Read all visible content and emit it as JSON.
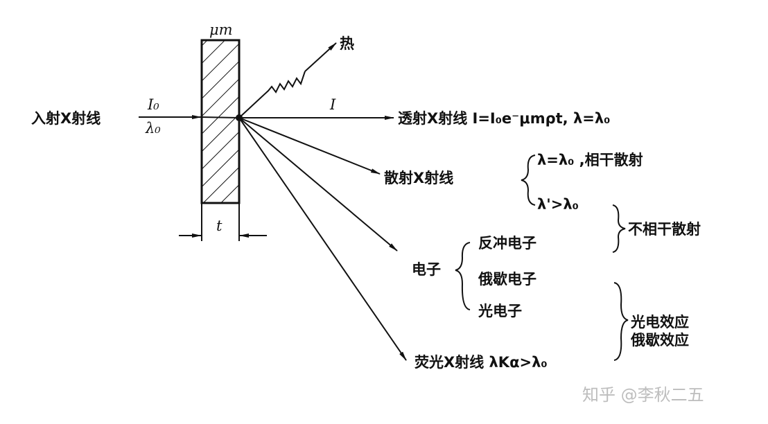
{
  "labels": {
    "incident": "入射X射线",
    "I0": "I₀",
    "lambda0": "λ₀",
    "mu_m": "μm",
    "heat": "热",
    "I": "I",
    "transmitted": "透射X射线 I=I₀e⁻μmρt, λ=λ₀",
    "scattered": "散射X射线",
    "coherent": "λ=λ₀ ,相干散射",
    "incoherent_cond": "λ'>λ₀",
    "incoherent": "不相干散射",
    "electrons": "电子",
    "recoil": "反冲电子",
    "auger_e": "俄歇电子",
    "photo_e": "光电子",
    "photo_effect": "光电效应",
    "auger_effect": "俄歇效应",
    "fluorescent": "荧光X射线 λKα>λ₀",
    "thickness": "t"
  },
  "watermark": "知乎 @李秋二五"
}
